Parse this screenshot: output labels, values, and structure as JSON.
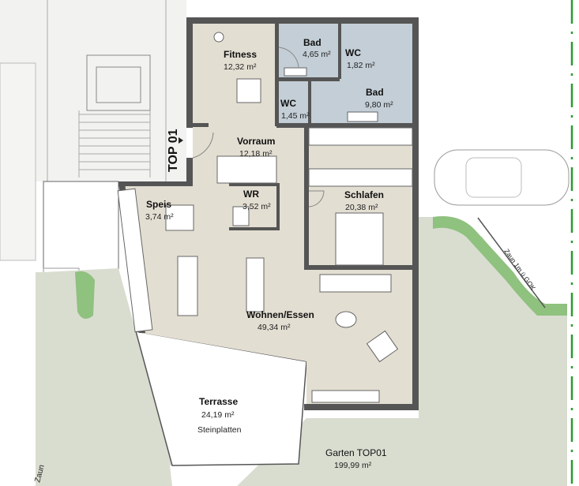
{
  "unit_label": "TOP 01",
  "rooms": {
    "fitness": {
      "name": "Fitness",
      "area": "12,32 m²"
    },
    "bad_small": {
      "name": "Bad",
      "area": "4,65 m²"
    },
    "wc_upper": {
      "name": "WC",
      "area": "1,82 m²"
    },
    "bad_large": {
      "name": "Bad",
      "area": "9,80 m²"
    },
    "wc_lower": {
      "name": "WC",
      "area": "1,45 m²"
    },
    "vorraum": {
      "name": "Vorraum",
      "area": "12,18 m²"
    },
    "wr": {
      "name": "WR",
      "area": "3,52 m²"
    },
    "schlafen": {
      "name": "Schlafen",
      "area": "20,38 m²"
    },
    "speis": {
      "name": "Speis",
      "area": "3,74 m²"
    },
    "wohnen": {
      "name": "Wohnen/Essen",
      "area": "49,34 m²"
    },
    "terrasse": {
      "name": "Terrasse",
      "area": "24,19 m²",
      "material": "Steinplatten"
    },
    "garten": {
      "name": "Garten TOP01",
      "area": "199,99 m²"
    }
  },
  "fence_labels": {
    "right": "Zaun 1m ü.GOK",
    "left": "Zaun"
  },
  "colors": {
    "floor": "#e3ded2",
    "wet": "#c3ced6",
    "garden": "#d9ddd0",
    "hedge": "#8fc17f",
    "wall": "#555555",
    "boundary": "#2e9a2e"
  }
}
